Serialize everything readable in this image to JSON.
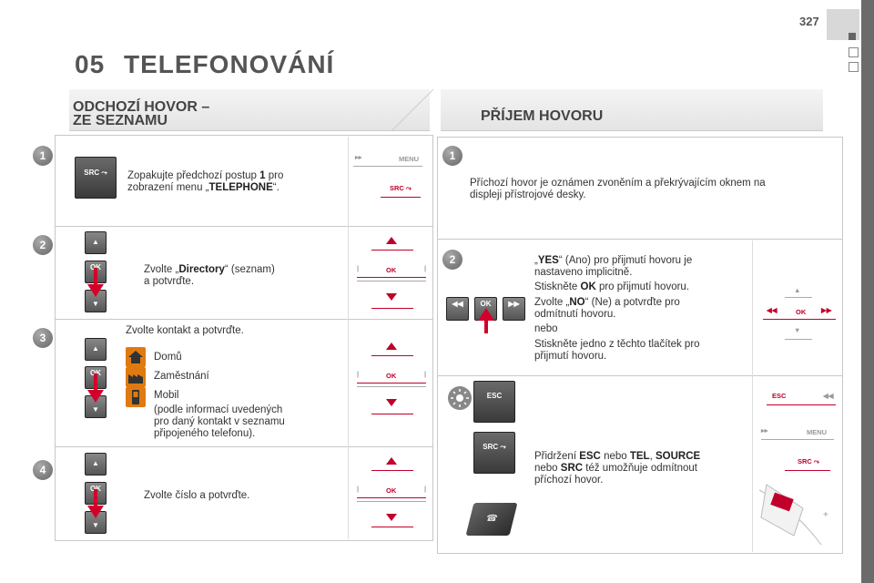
{
  "page": {
    "number": "327",
    "chapter_number": "05",
    "chapter_title": "TELEFONOVÁNÍ"
  },
  "colors": {
    "accent_red": "#d3002b",
    "icon_orange": "#e07a10",
    "panel_border": "#c8c8c8"
  },
  "left": {
    "title_line1": "ODCHOZÍ HOVOR –",
    "title_line2": "ZE SEZNAMU",
    "steps": [
      {
        "num": "1",
        "text_a": "Zopakujte předchozí postup ",
        "text_b": "1",
        "text_c": " pro",
        "text_d": "zobrazení menu „",
        "text_e": "TELEPHONE",
        "text_f": "“."
      },
      {
        "num": "2",
        "text_a": "Zvolte „",
        "text_b": "Directory",
        "text_c": "“ (seznam)",
        "text_d": "a potvrďte."
      },
      {
        "num": "3",
        "text": "Zvolte kontakt a potvrďte.",
        "home": "Domů",
        "work": "Zaměstnání",
        "mobile": "Mobil",
        "note1": "(podle informací uvedených",
        "note2": "pro daný kontakt v seznamu",
        "note3": "připojeného telefonu)."
      },
      {
        "num": "4",
        "text": "Zvolte číslo a potvrďte."
      }
    ]
  },
  "right": {
    "title": "PŘÍJEM HOVORU",
    "steps": [
      {
        "num": "1",
        "line1": "Příchozí hovor je oznámen zvoněním a překrývajícím oknem na",
        "line2": "displeji přístrojové desky."
      },
      {
        "num": "2",
        "yes_a": "„",
        "yes_b": "YES",
        "yes_c": "“ (Ano) pro přijmutí hovoru je",
        "yes_d": "nastaveno implicitně.",
        "ok_a": "Stiskněte ",
        "ok_b": "OK",
        "ok_c": " pro přijmutí hovoru.",
        "no_a": "Zvolte „",
        "no_b": "NO",
        "no_c": "“ (Ne) a potvrďte pro",
        "no_d": "odmítnutí hovoru.",
        "or": "nebo",
        "press1": "Stiskněte jedno z těchto tlačítek pro",
        "press2": "přijmutí hovoru.",
        "hold_a": "Přidržení ",
        "hold_b": "ESC",
        "hold_c": " nebo ",
        "hold_d": "TEL",
        "hold_e": ", ",
        "hold_f": "SOURCE",
        "hold_g": "nebo ",
        "hold_h": "SRC",
        "hold_i": " též umožňuje odmítnout",
        "hold_j": "příchozí hovor."
      }
    ]
  },
  "buttons": {
    "src": "SRC",
    "ok": "OK",
    "esc": "ESC",
    "menu": "MENU",
    "up": "▲",
    "down": "▼",
    "prev": "◀◀",
    "next": "▶▶"
  }
}
